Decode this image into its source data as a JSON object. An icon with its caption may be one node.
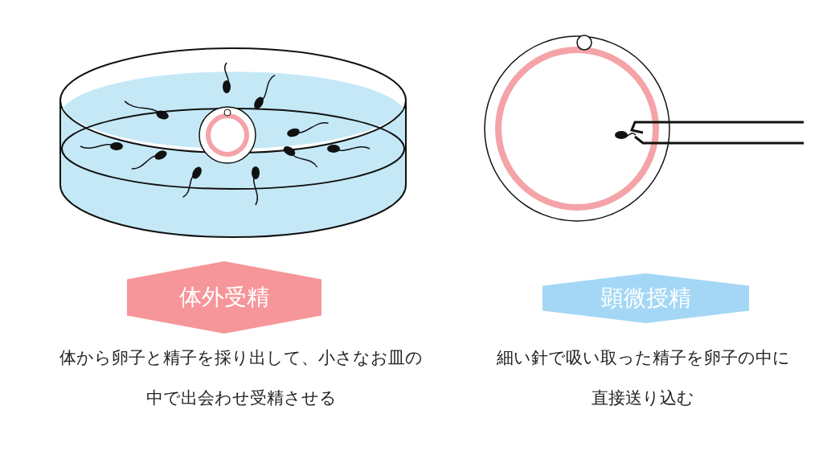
{
  "diagram": {
    "nodes": [
      {
        "text": [
          "体外受精"
        ],
        "beside": [
          "体から卵子と精子を採り出して、小さなお皿の中で出会わせ受精させる"
        ]
      },
      {
        "text": [
          "顕微授精"
        ],
        "beside": [
          "細い針で吸い取った精子を卵子の中に直接送り込む"
        ]
      }
    ]
  }
}
